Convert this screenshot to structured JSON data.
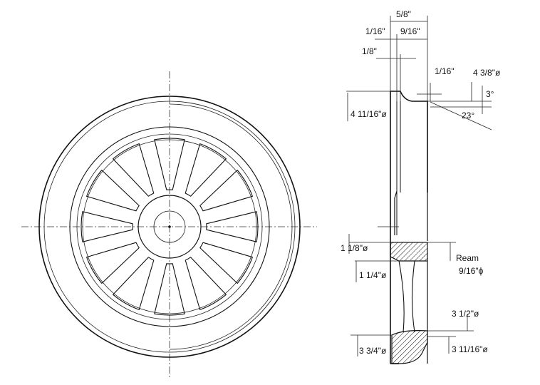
{
  "dimensions": {
    "top_width": "5/8\"",
    "flange_thickness": "1/16\"",
    "rim_width": "9/16\"",
    "web_offset": "1/8\"",
    "tread_offset": "1/16\"",
    "outer_diameter": "4 3/8\"ø",
    "flange_diameter": "4 11/16\"ø",
    "angle_small": "3°",
    "angle_large": "23°",
    "hub_diameter": "1 1/8\"ø",
    "hub_inner_diameter": "1 1/4\"ø",
    "ream_label": "Ream",
    "ream_size": "9/16\"ϕ",
    "rim_inner_diameter": "3 1/2\"ø",
    "rim_outer_diameter": "3 3/4\"ø",
    "rim_tread_diameter": "3 11/16\"ø"
  },
  "wheel": {
    "spoke_count": 12
  }
}
